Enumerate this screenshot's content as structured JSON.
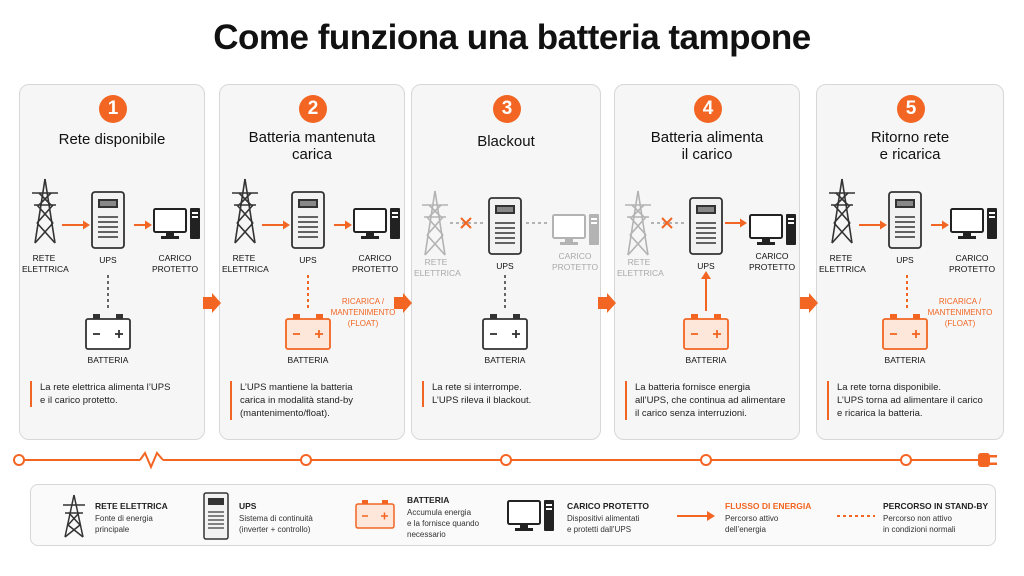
{
  "title": "Come funziona una batteria tampone",
  "colors": {
    "accent": "#f26522",
    "dark": "#333333",
    "dim": "#aaaaaa"
  },
  "steps": [
    {
      "number": "1",
      "title": "Rete disponibile",
      "grid_label": "RETE\nELETTRICA",
      "ups_label": "UPS",
      "load_label": "CARICO\nPROTETTO",
      "battery_label": "BATTERIA",
      "description": "La rete elettrica alimenta l’UPS\ne il carico protetto."
    },
    {
      "number": "2",
      "title": "Batteria mantenuta\ncarica",
      "grid_label": "RETE\nELETTRICA",
      "ups_label": "UPS",
      "load_label": "CARICO\nPROTETTO",
      "battery_label": "BATTERIA",
      "charge_label": "RICARICA /\nMANTENIMENTO\n(FLOAT)",
      "description": "L’UPS mantiene la batteria\ncarica in modalità stand-by\n(mantenimento/float)."
    },
    {
      "number": "3",
      "title": "Blackout",
      "grid_label": "RETE\nELETTRICA",
      "ups_label": "UPS",
      "load_label": "CARICO\nPROTETTO",
      "battery_label": "BATTERIA",
      "description": "La rete si interrompe.\nL’UPS rileva il blackout."
    },
    {
      "number": "4",
      "title": "Batteria alimenta\nil carico",
      "grid_label": "RETE\nELETTRICA",
      "ups_label": "UPS",
      "load_label": "CARICO\nPROTETTO",
      "battery_label": "BATTERIA",
      "description": "La batteria fornisce energia\nall’UPS, che continua ad alimentare\nil carico senza interruzioni."
    },
    {
      "number": "5",
      "title": "Ritorno rete\ne ricarica",
      "grid_label": "RETE\nELETTRICA",
      "ups_label": "UPS",
      "load_label": "CARICO\nPROTETTO",
      "battery_label": "BATTERIA",
      "charge_label": "RICARICA /\nMANTENIMENTO\n(FLOAT)",
      "description": "La rete torna disponibile.\nL’UPS torna ad alimentare il carico\ne ricarica la batteria."
    }
  ],
  "legend": [
    {
      "icon": "power-tower-icon",
      "title": "RETE ELETTRICA",
      "description": "Fonte di energia\nprincipale"
    },
    {
      "icon": "ups-icon",
      "title": "UPS",
      "description": "Sistema di continuità\n(inverter + controllo)"
    },
    {
      "icon": "battery-icon",
      "title": "BATTERIA",
      "description": "Accumula energia\ne la fornisce quando\nnecessario"
    },
    {
      "icon": "computer-icon",
      "title": "CARICO PROTETTO",
      "description": "Dispositivi alimentati\ne protetti dall’UPS"
    },
    {
      "icon": "solid-arrow-icon",
      "title": "FLUSSO DI ENERGIA",
      "description": "Percorso attivo\ndell’energia"
    },
    {
      "icon": "dotted-line-icon",
      "title": "PERCORSO IN STAND-BY",
      "description": "Percorso non attivo\nin condizioni normali"
    }
  ]
}
